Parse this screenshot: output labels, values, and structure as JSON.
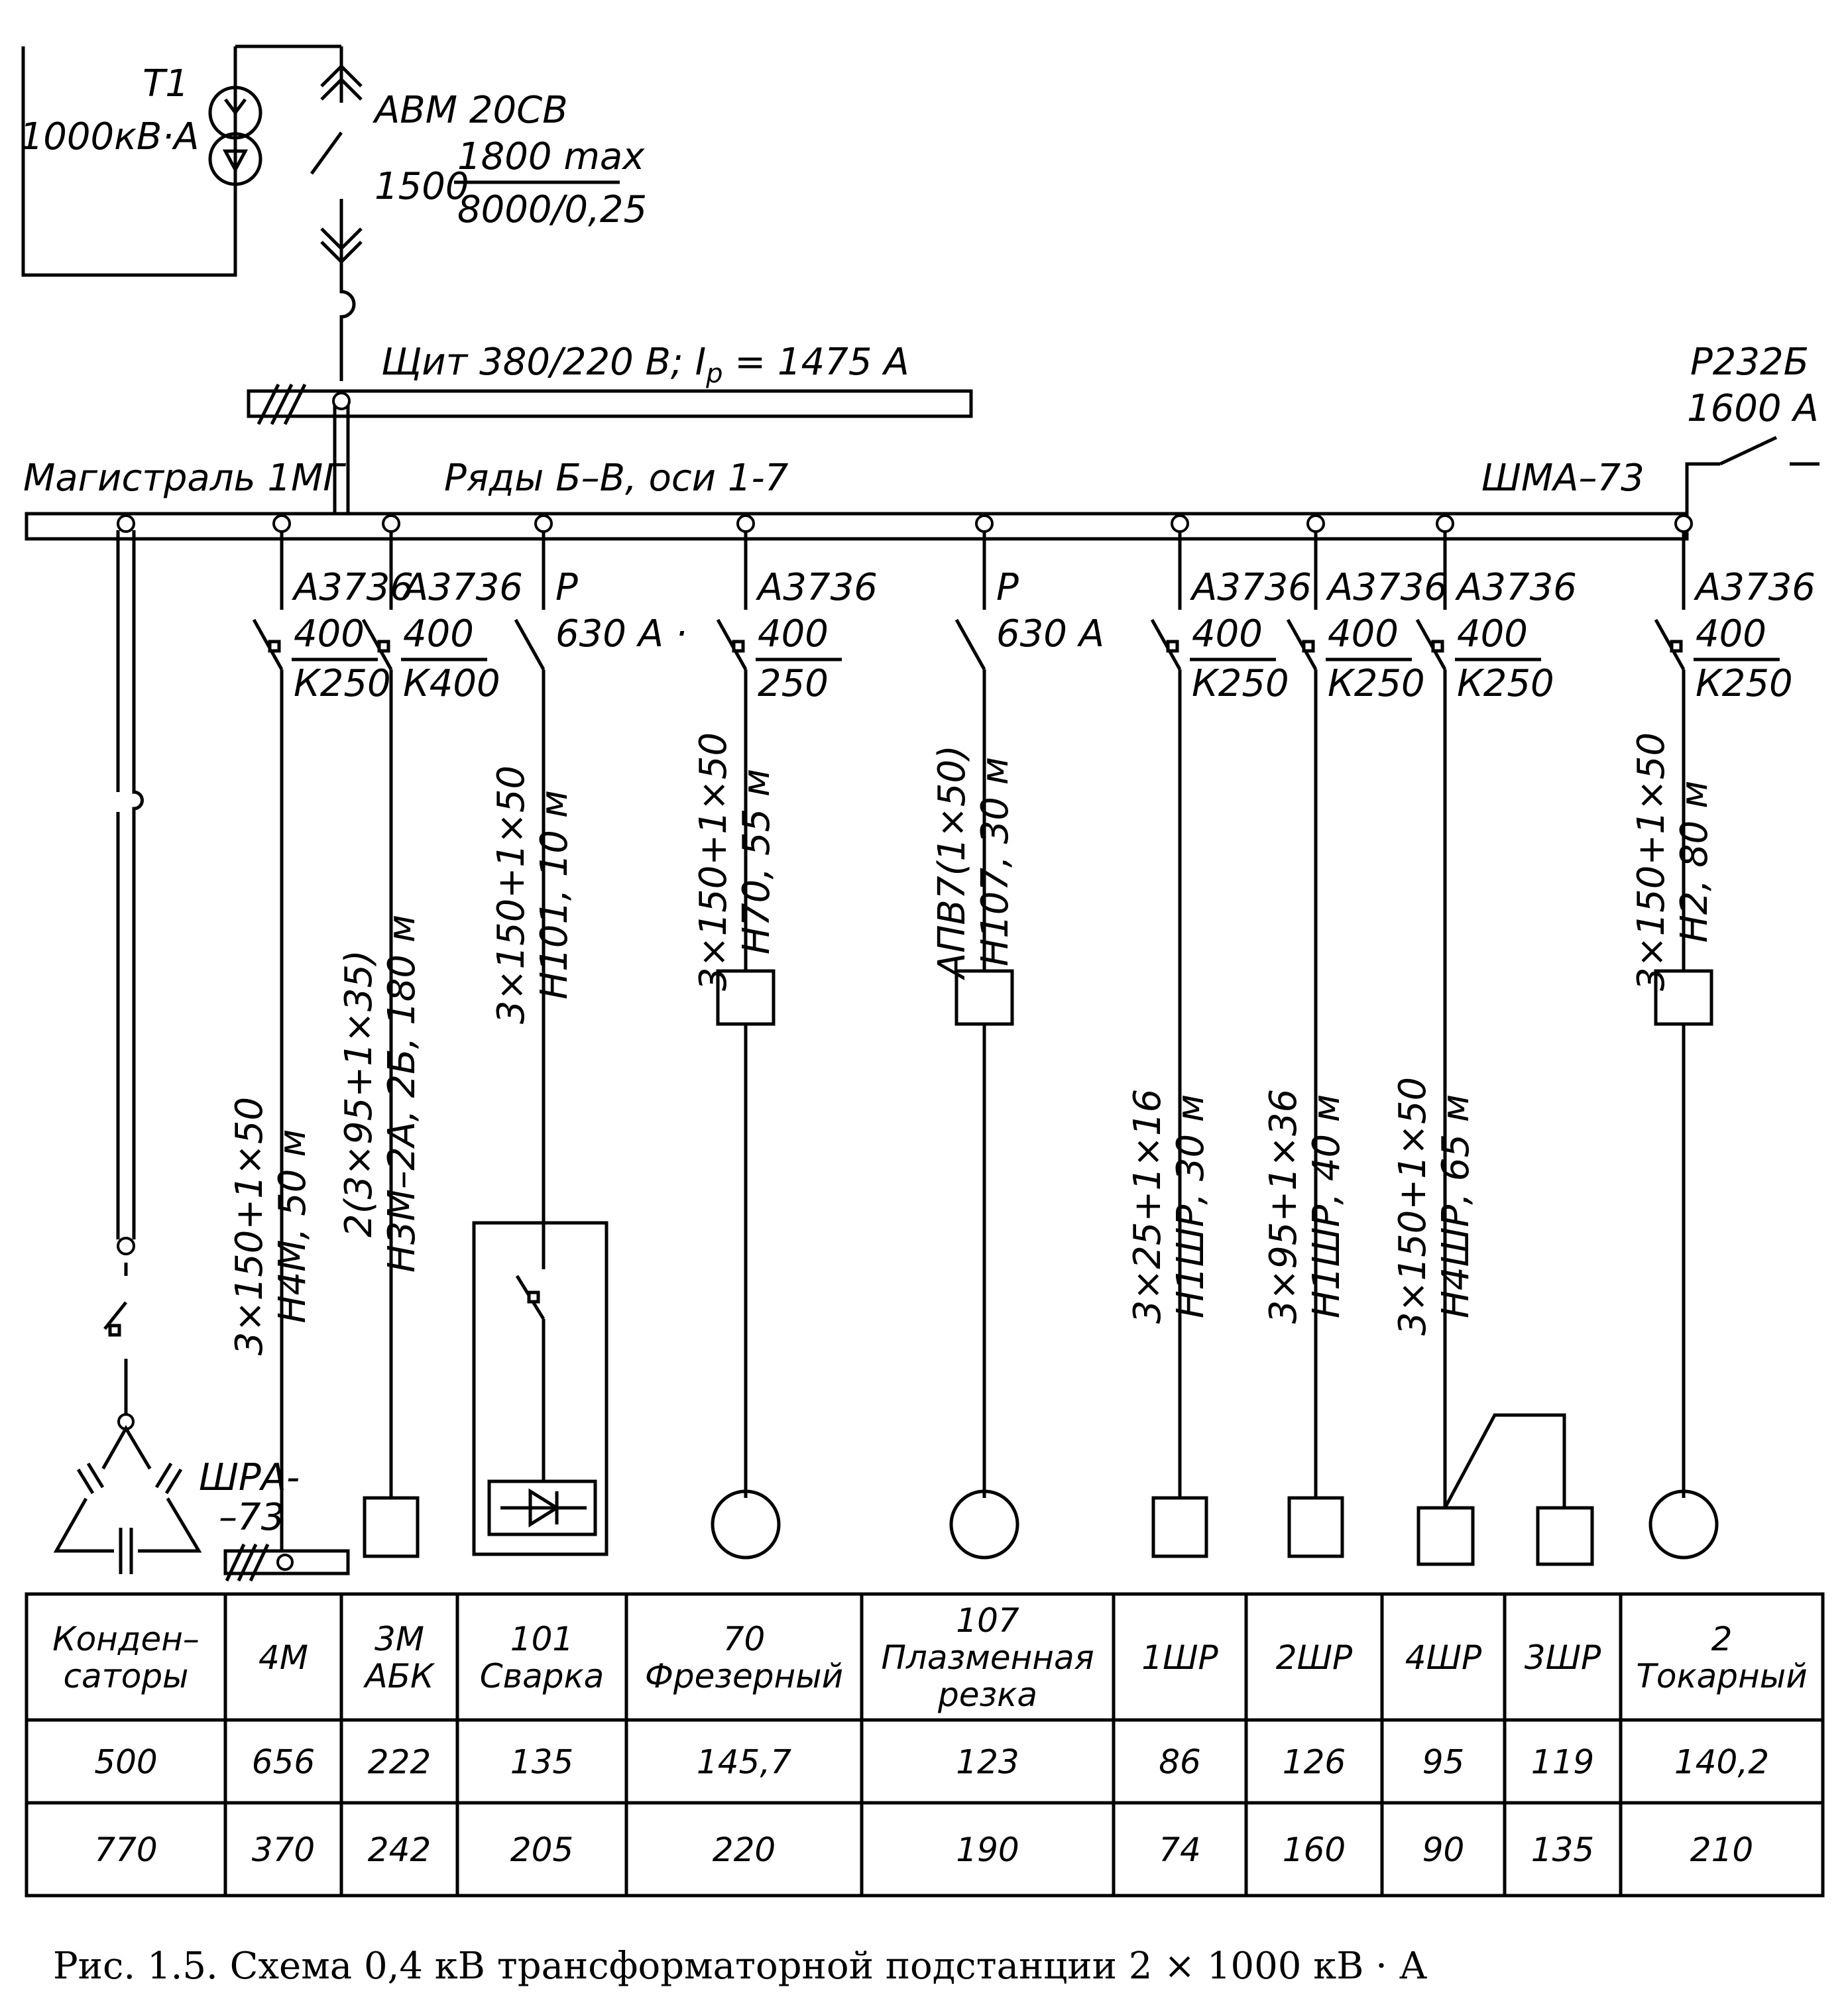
{
  "transformer": {
    "name": "Т1",
    "rating": "1000кВ·А"
  },
  "breaker_main": {
    "type": "АВМ 20СВ",
    "current": "1500",
    "num": "1800 max",
    "den": "8000/0,25"
  },
  "panel": {
    "label": "Щит 380/220 В; I",
    "label_sub": "р",
    "label_tail": " = 1475 А"
  },
  "bus": {
    "left_label": "Магистраль 1МГ",
    "mid_label": "Ряды Б–В, оси 1-7",
    "right_label": "ШМА–73"
  },
  "switch_right": {
    "type": "Р232Б",
    "current": "1600 А"
  },
  "branches": [
    {
      "type": "А3736",
      "num": "400",
      "den": "К250",
      "cable_a": "3×150+1×50",
      "cable_b": "Н4М, 50 м"
    },
    {
      "type": "А3736",
      "num": "400",
      "den": "К400",
      "cable_a": "2(3×95+1×35)",
      "cable_b": "Н3М–2А, 2Б, 180 м"
    },
    {
      "type": "Р",
      "rating": "630 А ·",
      "cable_a": "3×150+1×50",
      "cable_b": "Н101, 10 м"
    },
    {
      "type": "А3736",
      "num": "400",
      "den": "250",
      "cable_a": "3×150+1×50",
      "cable_b": "Н70, 55 м"
    },
    {
      "type": "Р",
      "rating": "630 А",
      "cable_a": "АПВ7(1×50)",
      "cable_b": "Н107, 30 м"
    },
    {
      "type": "А3736",
      "num": "400",
      "den": "К250",
      "cable_a": "3×25+1×16",
      "cable_b": "Н1ШР, 30 м"
    },
    {
      "type": "А3736",
      "num": "400",
      "den": "К250",
      "cable_a": "3×95+1×36",
      "cable_b": "Н1ШР, 40 м"
    },
    {
      "type": "А3736",
      "num": "400",
      "den": "К250",
      "cable_a": "3×150+1×50",
      "cable_b": "Н4ШР, 65 м"
    },
    {
      "type": "А3736",
      "num": "400",
      "den": "К250",
      "cable_a": "3×150+1×50",
      "cable_b": "Н2, 80 м"
    }
  ],
  "shra_label": {
    "line1": "ШРА-",
    "line2": "–73"
  },
  "table": {
    "headers": [
      [
        "Конден–",
        "саторы"
      ],
      [
        "4М"
      ],
      [
        "3М",
        "АБК"
      ],
      [
        "101",
        "Сварка"
      ],
      [
        "70",
        "Фрезерный"
      ],
      [
        "107",
        "Плазменная",
        "резка"
      ],
      [
        "1ШР"
      ],
      [
        "2ШР"
      ],
      [
        "4ШР"
      ],
      [
        "3ШР"
      ],
      [
        "2",
        "Токарный"
      ]
    ],
    "row1": [
      "500",
      "656",
      "222",
      "135",
      "145,7",
      "123",
      "86",
      "126",
      "95",
      "119",
      "140,2"
    ],
    "row2": [
      "770",
      "370",
      "242",
      "205",
      "220",
      "190",
      "74",
      "160",
      "90",
      "135",
      "210"
    ]
  },
  "caption": "Рис. 1.5. Схема 0,4 кВ трансформаторной подстанции 2 × 1000 кВ · А"
}
